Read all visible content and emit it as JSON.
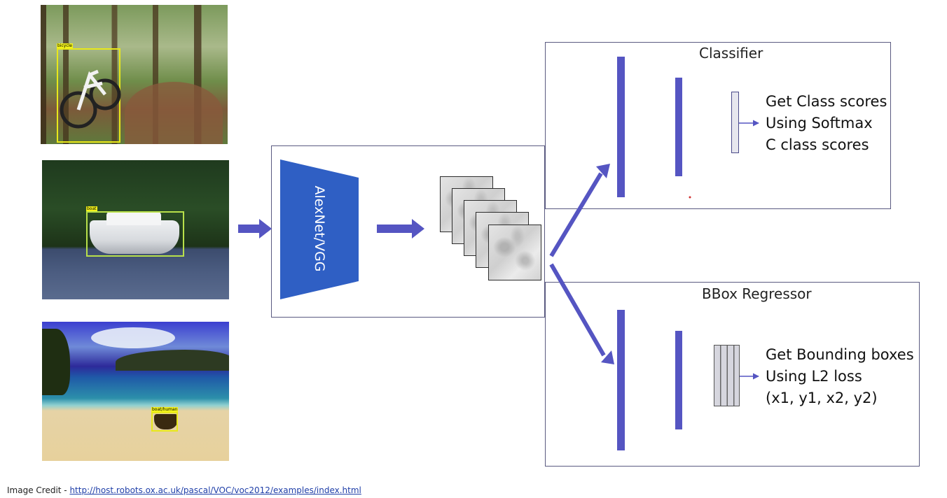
{
  "images": {
    "bike_label": "bicycle",
    "boat_label": "boat",
    "beach_label": "boat/human"
  },
  "backbone": {
    "label": "AlexNet/VGG"
  },
  "classifier": {
    "title": "Classifier",
    "lines": [
      "Get Class scores",
      "Using Softmax",
      "C class scores"
    ]
  },
  "regressor": {
    "title": "BBox Regressor",
    "lines": [
      "Get Bounding boxes",
      "Using L2 loss",
      "(x1, y1, x2, y2)"
    ]
  },
  "credit": {
    "prefix": "Image Credit - ",
    "link": "http://host.robots.ox.ac.uk/pascal/VOC/voc2012/examples/index.html"
  },
  "colors": {
    "accent": "#5555c2",
    "backbone": "#2f5fc4",
    "panel_border": "#5a5a80"
  }
}
